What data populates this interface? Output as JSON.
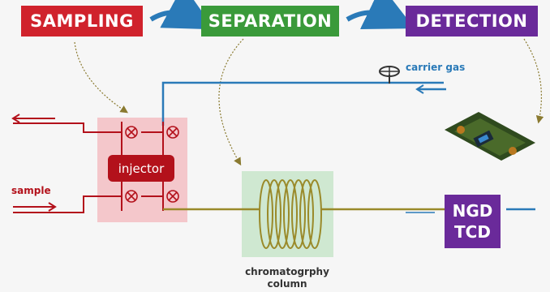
{
  "stages": {
    "sampling": "SAMPLING",
    "separation": "SEPARATION",
    "detection": "DETECTION"
  },
  "labels": {
    "carrier_gas": "carrier gas",
    "sample": "sample",
    "injector": "injector",
    "column_line1": "chromatogrphy",
    "column_line2": "column",
    "detector_line1": "NGD",
    "detector_line2": "TCD"
  },
  "colors": {
    "sampling": "#d0222c",
    "separation": "#3a9a3a",
    "detection": "#6a2a9a",
    "arrow": "#2a7ab8",
    "carrier_line": "#2a7ab8",
    "sample_line": "#b3111b",
    "column_line": "#9a8a2a"
  }
}
